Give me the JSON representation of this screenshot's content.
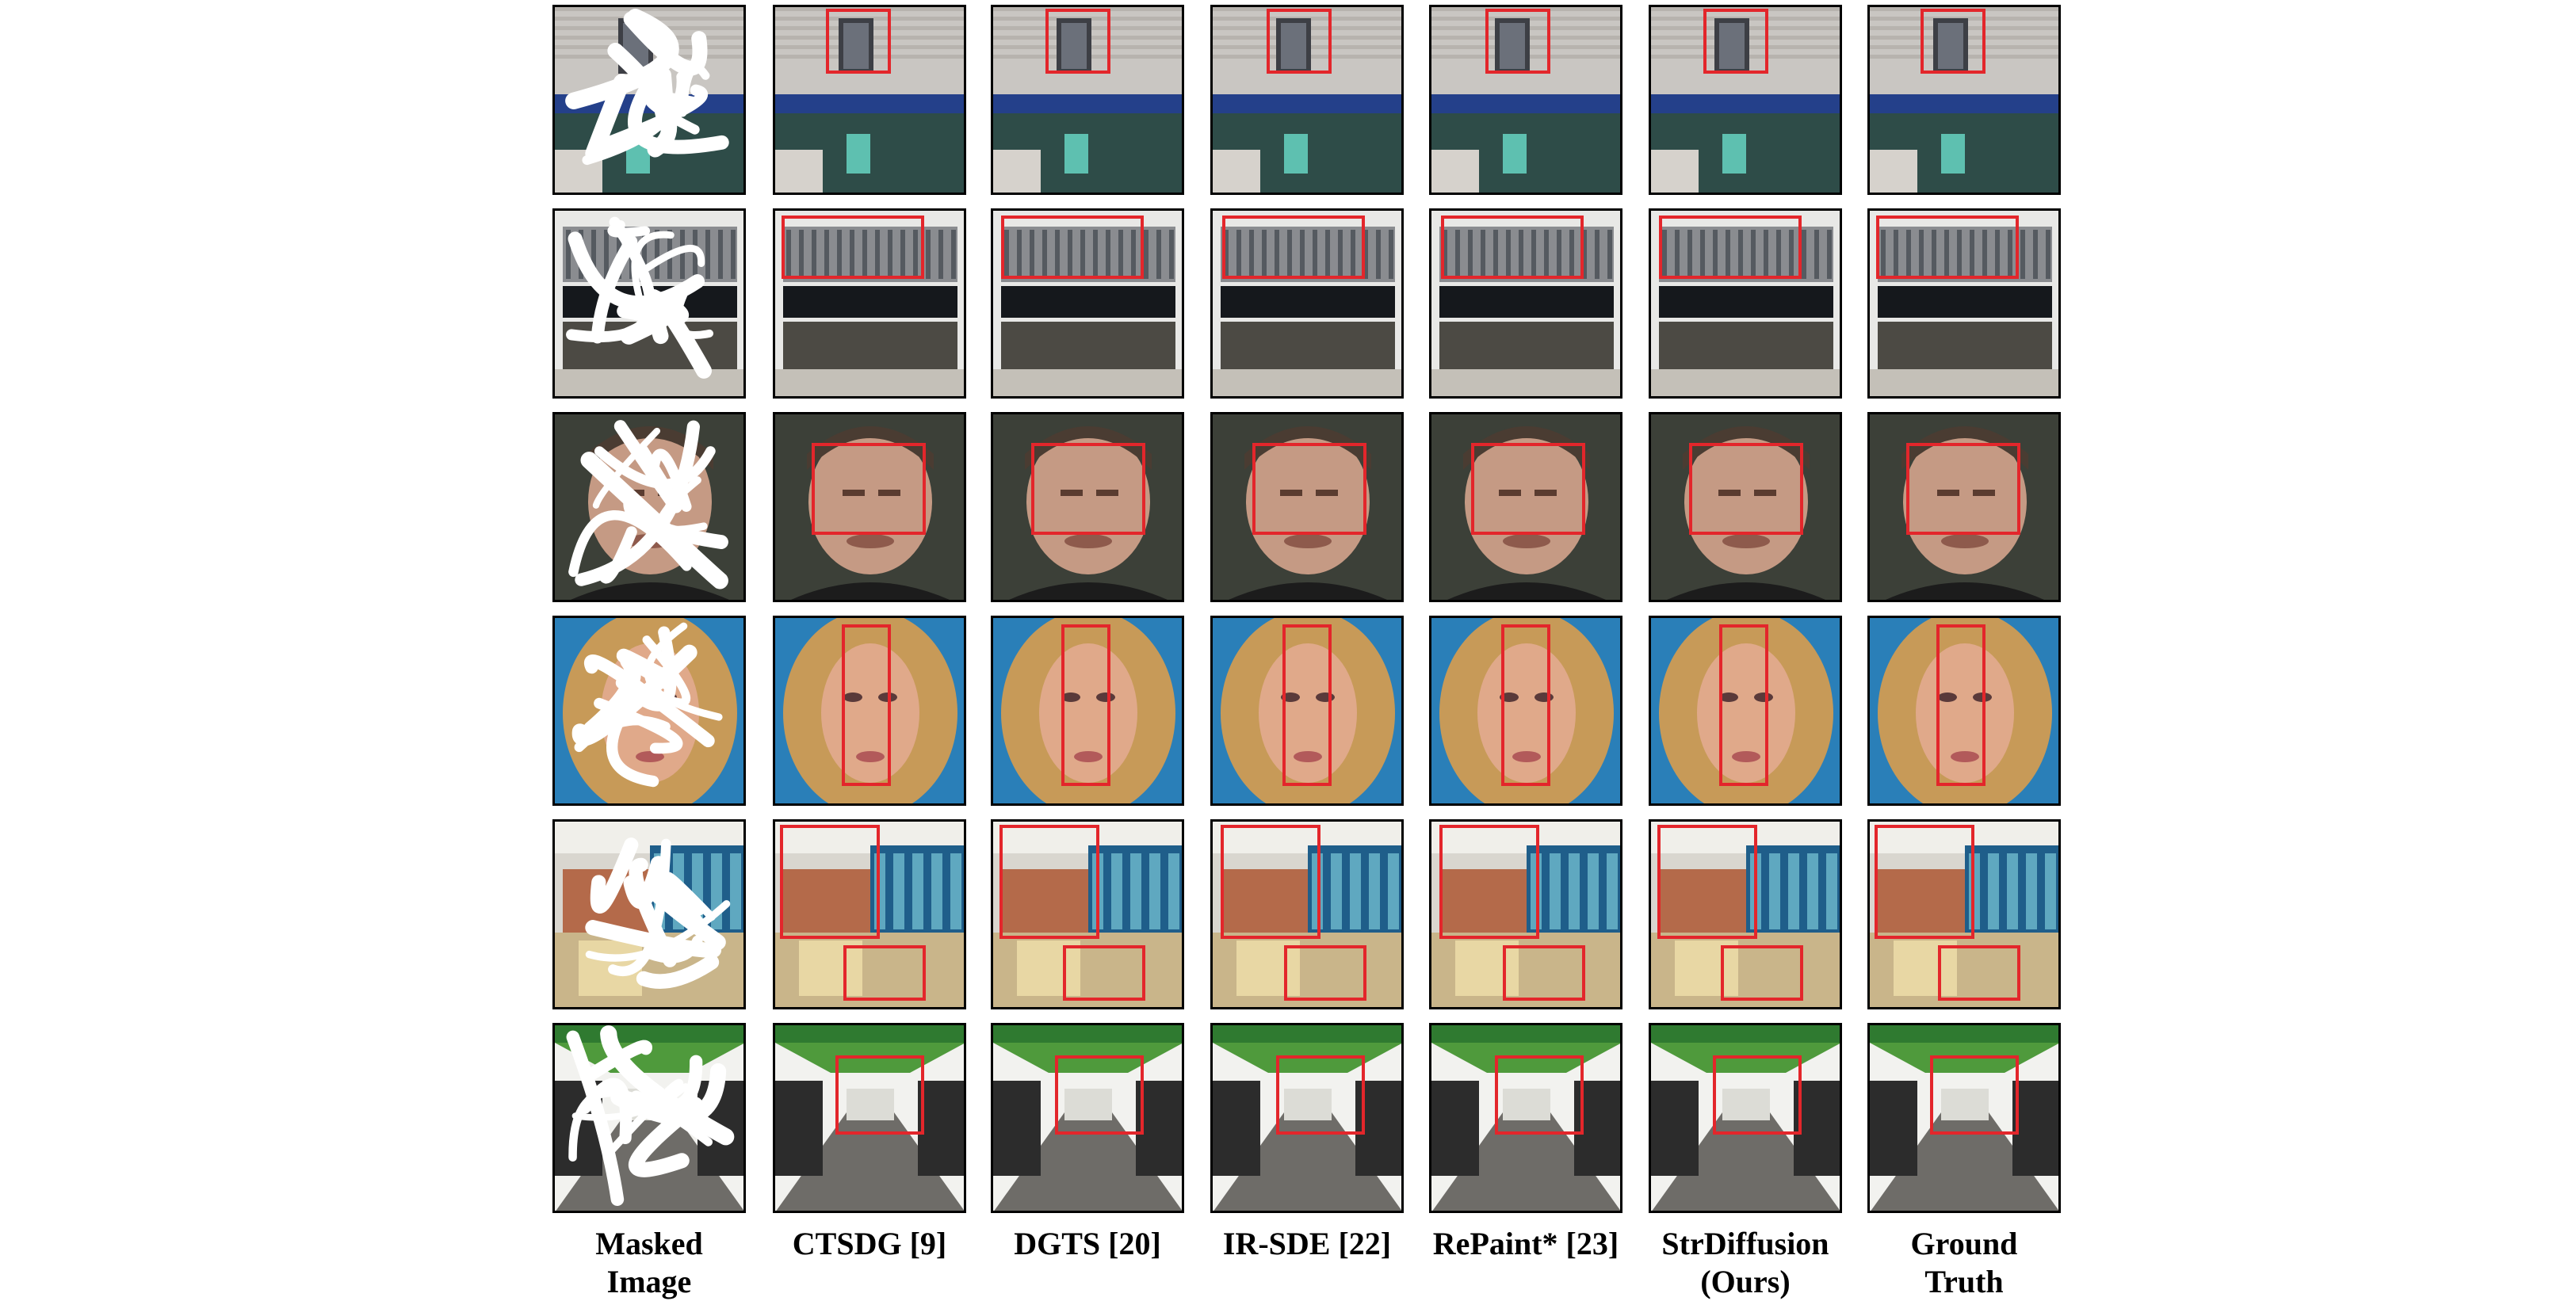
{
  "columns": [
    {
      "line1": "Masked",
      "line2": "Image"
    },
    {
      "line1": "CTSDG [9]",
      "line2": ""
    },
    {
      "line1": "DGTS [20]",
      "line2": ""
    },
    {
      "line1": "IR-SDE [22]",
      "line2": ""
    },
    {
      "line1": "RePaint* [23]",
      "line2": ""
    },
    {
      "line1": "StrDiffusion",
      "line2": "(Ours)"
    },
    {
      "line1": "Ground",
      "line2": "Truth"
    }
  ],
  "rows": [
    {
      "scene": "building-facade"
    },
    {
      "scene": "shop-front"
    },
    {
      "scene": "man-face"
    },
    {
      "scene": "woman-face"
    },
    {
      "scene": "mall-interior"
    },
    {
      "scene": "corridor"
    }
  ],
  "colors": {
    "highlight_box": "#e3262b",
    "mask": "#ffffff",
    "tile_border": "#000000"
  }
}
